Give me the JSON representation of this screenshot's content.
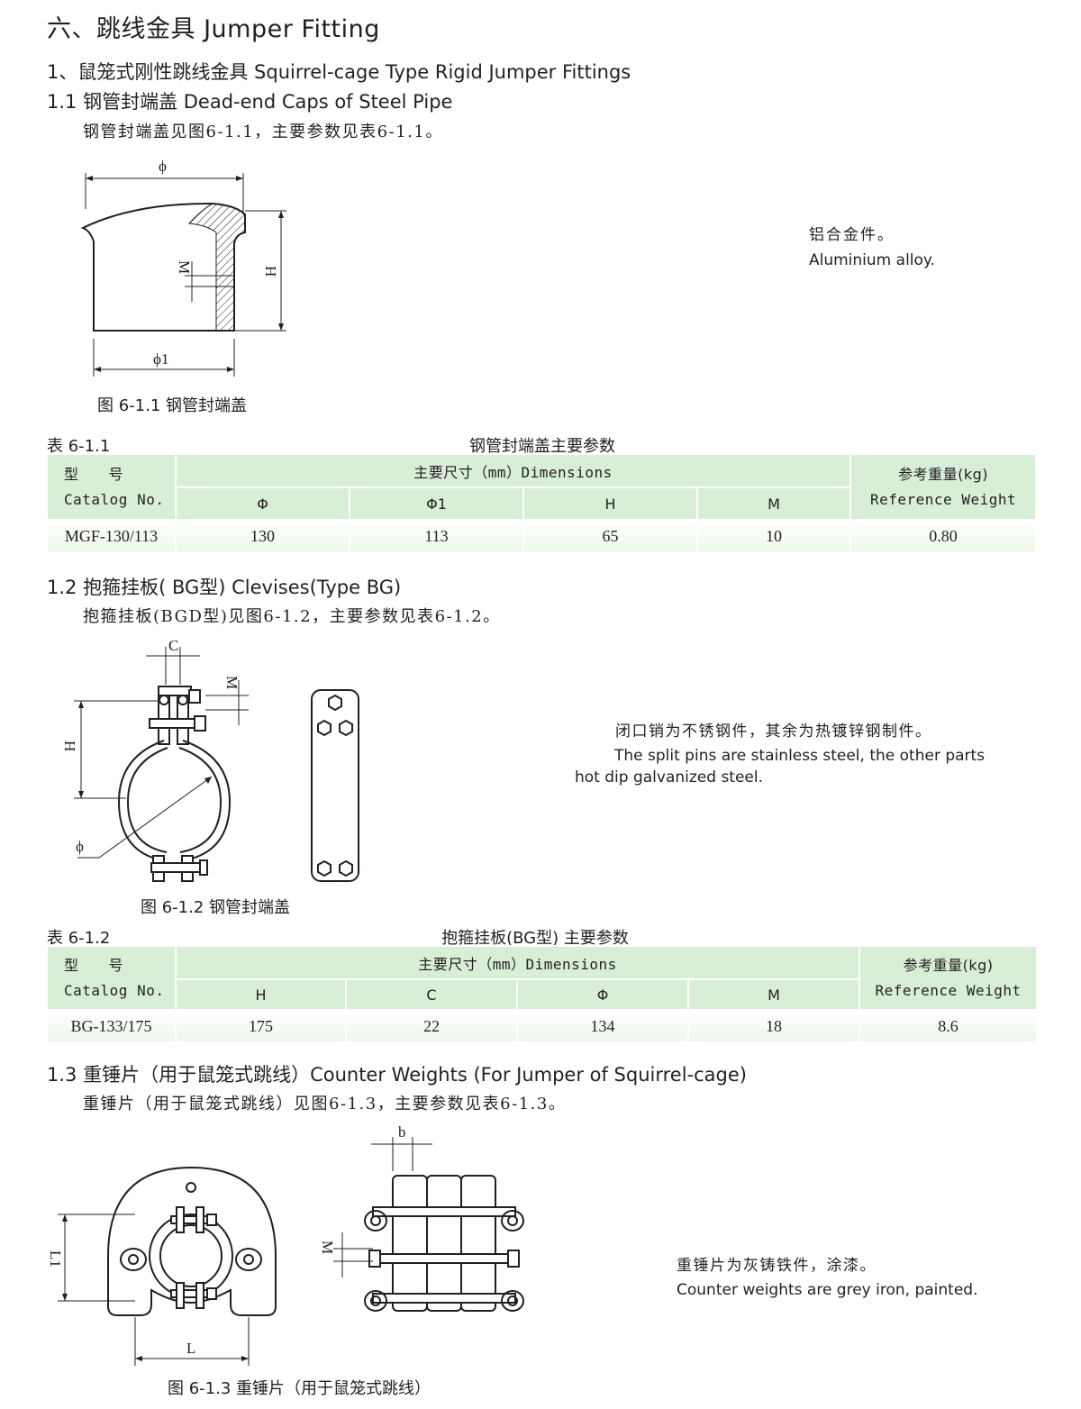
{
  "page": {
    "main_heading": "六、跳线金具 Jumper Fitting",
    "sub_heading": "1、鼠笼式刚性跳线金具 Squirrel-cage Type Rigid Jumper Fittings"
  },
  "section_1_1": {
    "title": "1.1 钢管封端盖  Dead-end Caps of Steel Pipe",
    "intro": "钢管封端盖见图6-1.1，主要参数见表6-1.1。",
    "note_cn": "铝合金件。",
    "note_en": "Aluminium alloy.",
    "figure_caption": "图 6-1.1  钢管封端盖",
    "figure_labels": {
      "phi": "ϕ",
      "phi1": "ϕ1",
      "h": "H",
      "m": "M"
    },
    "table_label": "表 6-1.1",
    "table_title": "钢管封端盖主要参数",
    "table": {
      "catalog_cn": "型　　号",
      "catalog_en": "Catalog No.",
      "dims_header": "主要尺寸（mm）Dimensions",
      "weight_cn": "参考重量(kg)",
      "weight_en": "Reference Weight",
      "columns": [
        "Φ",
        "Φ1",
        "H",
        "M"
      ],
      "rows": [
        {
          "catalog": "MGF-130/113",
          "values": [
            "130",
            "113",
            "65",
            "10"
          ],
          "weight": "0.80"
        }
      ]
    }
  },
  "section_1_2": {
    "title": "1.2 抱箍挂板( BG型) Clevises(Type BG)",
    "intro": "抱箍挂板(BGD型)见图6-1.2，主要参数见表6-1.2。",
    "note_cn": "闭口销为不锈钢件，其余为热镀锌钢制件。",
    "note_en_1": "The split pins are stainless steel, the other parts",
    "note_en_2": "hot dip galvanized steel.",
    "figure_caption": "图 6-1.2 钢管封端盖",
    "figure_labels": {
      "c": "C",
      "m": "M",
      "h": "H",
      "phi": "ϕ"
    },
    "table_label": "表 6-1.2",
    "table_title": "抱箍挂板(BG型) 主要参数",
    "table": {
      "catalog_cn": "型　　号",
      "catalog_en": "Catalog No.",
      "dims_header": "主要尺寸（mm）Dimensions",
      "weight_cn": "参考重量(kg)",
      "weight_en": "Reference Weight",
      "columns": [
        "H",
        "C",
        "Φ",
        "M"
      ],
      "rows": [
        {
          "catalog": "BG-133/175",
          "values": [
            "175",
            "22",
            "134",
            "18"
          ],
          "weight": "8.6"
        }
      ]
    }
  },
  "section_1_3": {
    "title": "1.3 重锤片（用于鼠笼式跳线）Counter Weights (For Jumper of Squirrel-cage)",
    "intro": "重锤片（用于鼠笼式跳线）见图6-1.3，主要参数见表6-1.3。",
    "note_cn": "重锤片为灰铸铁件，涂漆。",
    "note_en": "Counter weights are grey iron, painted.",
    "figure_caption": "图 6-1.3  重锤片（用于鼠笼式跳线）",
    "figure_labels": {
      "b": "b",
      "m": "M",
      "l1": "L1",
      "l": "L"
    }
  }
}
